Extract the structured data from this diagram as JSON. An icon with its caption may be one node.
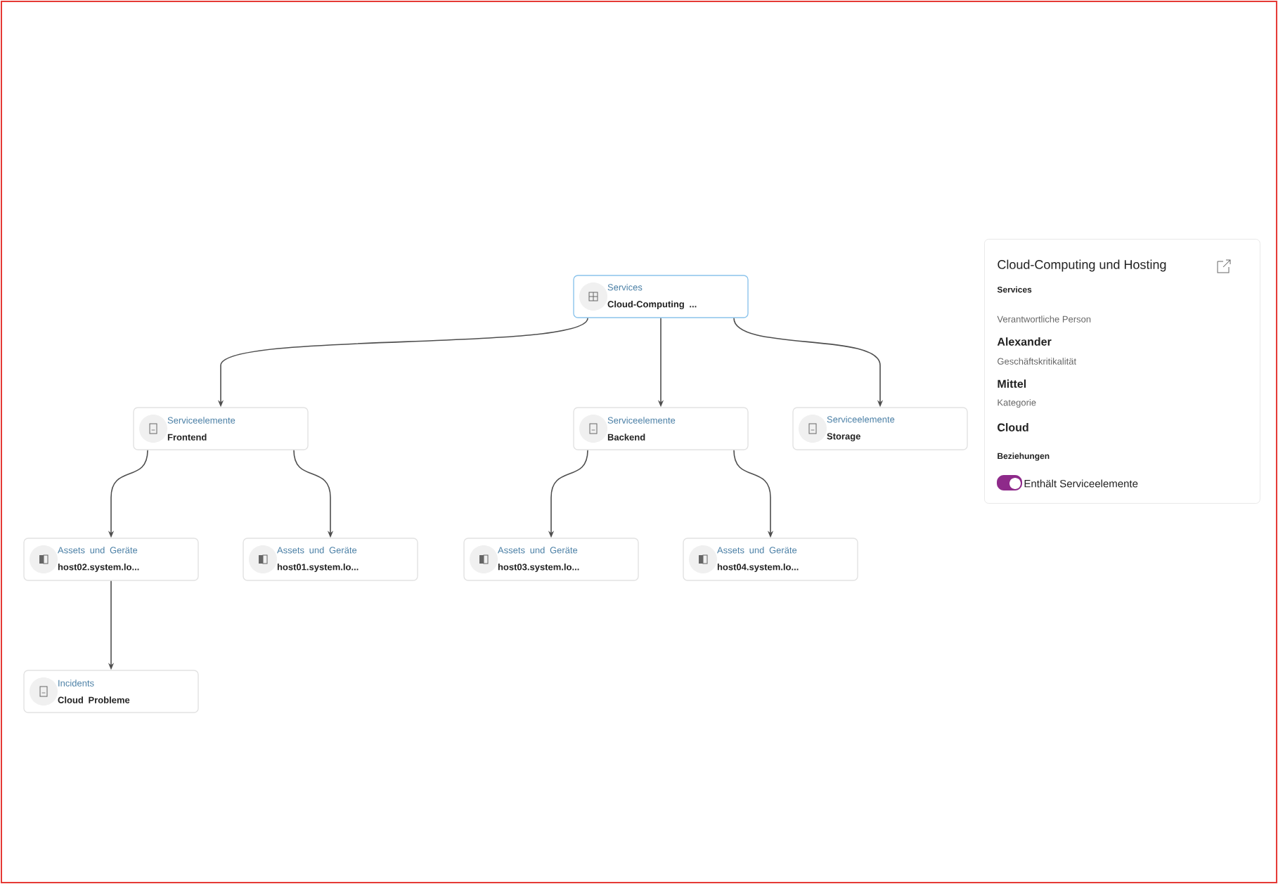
{
  "diagram": {
    "nodes": [
      {
        "text": [
          "Services",
          "Cloud-Computing ..."
        ]
      },
      {
        "text": [
          "Serviceelemente",
          "Frontend"
        ]
      },
      {
        "text": [
          "Serviceelemente",
          "Backend"
        ]
      },
      {
        "text": [
          "Serviceelemente",
          "Storage"
        ]
      },
      {
        "text": [
          "Assets und Geräte",
          "host02.system.lo..."
        ]
      },
      {
        "text": [
          "Assets und Geräte",
          "host01.system.lo..."
        ]
      },
      {
        "text": [
          "Assets und Geräte",
          "host03.system.lo..."
        ]
      },
      {
        "text": [
          "Assets und Geräte",
          "host04.system.lo..."
        ]
      },
      {
        "text": [
          "Incidents",
          "Cloud Probleme"
        ]
      },
      {
        "text": [
          "Cloud-Computing und Hosting",
          "Services",
          "Verantwortliche Person",
          "Alexander",
          "Geschäftskritikalität",
          "Mittel",
          "Kategorie",
          "Cloud",
          "Beziehungen",
          "Enthält Serviceelemente"
        ]
      }
    ],
    "edges": [
      {
        "from": 0,
        "to": 1,
        "arrow": "to"
      },
      {
        "from": 0,
        "to": 2,
        "arrow": "to"
      },
      {
        "from": 0,
        "to": 3,
        "arrow": "to"
      },
      {
        "from": 1,
        "to": 4,
        "arrow": "to"
      },
      {
        "from": 1,
        "to": 5,
        "arrow": "to"
      },
      {
        "from": 2,
        "to": 6,
        "arrow": "to"
      },
      {
        "from": 2,
        "to": 7,
        "arrow": "to"
      },
      {
        "from": 4,
        "to": 8,
        "arrow": "to"
      }
    ]
  }
}
